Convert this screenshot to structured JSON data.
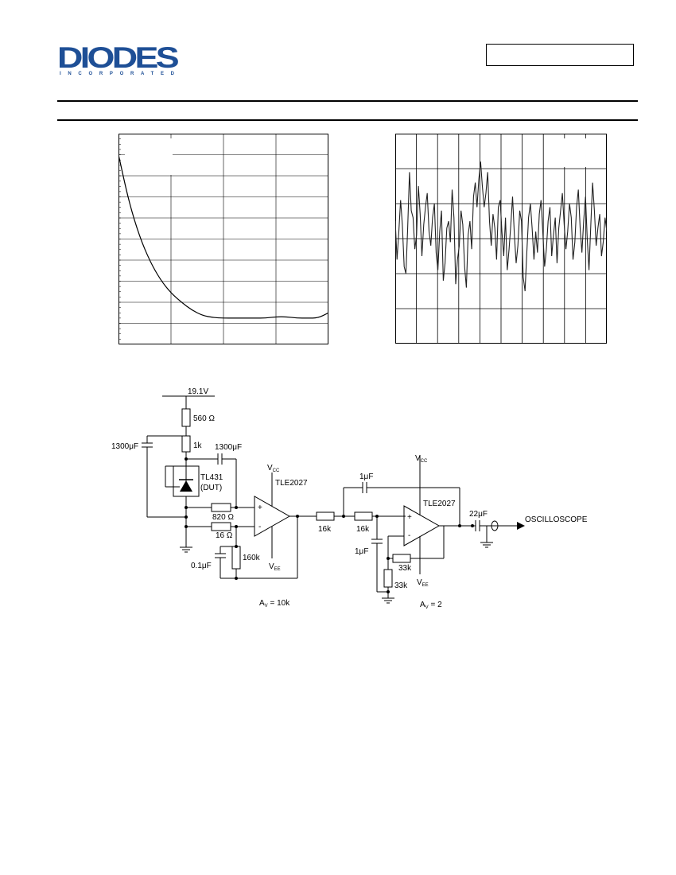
{
  "header": {
    "brand": "DIODES",
    "brand_sub": "INCORPORATED",
    "doc_box_text": ""
  },
  "chart_data": [
    {
      "type": "line",
      "title": "",
      "xlabel": "",
      "ylabel": "",
      "grid": true,
      "x": [
        0,
        0.05,
        0.1,
        0.15,
        0.2,
        0.25,
        0.3,
        0.35,
        0.4,
        0.45,
        0.5,
        0.55,
        0.6,
        0.65,
        0.7,
        0.75,
        0.8,
        0.85,
        0.9,
        0.95,
        1.0
      ],
      "series": [
        {
          "values": [
            7.2,
            5.4,
            4.1,
            3.15,
            2.45,
            1.95,
            1.6,
            1.3,
            1.1,
            1.02,
            1.0,
            1.0,
            1.0,
            1.0,
            1.0,
            1.05,
            1.05,
            1.0,
            1.0,
            1.0,
            1.2
          ]
        }
      ],
      "xlim": [
        0,
        1
      ],
      "ylim": [
        0,
        8
      ]
    },
    {
      "type": "line",
      "title": "",
      "xlabel": "",
      "ylabel": "",
      "grid": true,
      "series": [
        {
          "values": [
            0.5,
            -0.6,
            0.2,
            1.1,
            0.4,
            -0.8,
            -1.0,
            0.3,
            1.9,
            0.8,
            0.6,
            -0.3,
            0.1,
            1.5,
            0.7,
            -0.5,
            0.4,
            0.9,
            1.3,
            0.2,
            -0.2,
            0.6,
            1.0,
            -0.4,
            -0.9,
            0.2,
            0.8,
            -1.2,
            -0.7,
            0.3,
            0.5,
            -0.1,
            1.4,
            0.6,
            -1.3,
            -0.6,
            -0.2,
            0.8,
            0.4,
            -0.8,
            -1.4,
            0.1,
            0.5,
            -0.3,
            1.2,
            1.6,
            0.9,
            1.7,
            2.2,
            1.5,
            0.9,
            1.3,
            1.9,
            0.5,
            -0.2,
            0.7,
            0.3,
            -0.6,
            0.9,
            1.1,
            0.2,
            -0.5,
            0.6,
            -0.9,
            -0.3,
            0.4,
            1.2,
            0.1,
            -0.7,
            -0.2,
            0.8,
            0.5,
            -1.1,
            -1.5,
            -0.4,
            0.6,
            1.0,
            0.3,
            -0.6,
            0.2,
            -0.4,
            0.7,
            1.1,
            0.2,
            -0.8,
            -0.3,
            0.5,
            0.9,
            -0.5,
            0.1,
            0.6,
            -0.7,
            0.3,
            0.8,
            1.3,
            0.4,
            -0.3,
            0.2,
            1.0,
            0.6,
            -0.6,
            -0.1,
            0.9,
            1.4,
            0.3,
            -0.4,
            0.5,
            1.2,
            0.0,
            -0.9,
            0.4,
            1.6,
            0.8,
            -0.2,
            0.3,
            0.7,
            -0.5,
            -0.1,
            0.6,
            0.2
          ]
        }
      ],
      "ylim": [
        -3,
        3
      ]
    }
  ],
  "schematic": {
    "supply": "19.1V",
    "r_560": "560 Ω",
    "r_1k": "1k",
    "c_1300_left": "1300μF",
    "c_1300_top": "1300μF",
    "dut_name": "TL431",
    "dut_label": "(DUT)",
    "r_820": "820 Ω",
    "r_16": "16 Ω",
    "r_160k": "160k",
    "c_01": "0.1μF",
    "vcc1": "V",
    "vcc1_sub": "CC",
    "vee1": "V",
    "vee1_sub": "EE",
    "opamp1": "TLE2027",
    "r_16k_a": "16k",
    "r_16k_b": "16k",
    "c_1uF_top": "1μF",
    "c_1uF_low": "1μF",
    "vcc2": "V",
    "vcc2_sub": "CC",
    "vee2": "V",
    "vee2_sub": "EE",
    "opamp2": "TLE2027",
    "r_33k_a": "33k",
    "r_33k_b": "33k",
    "c_22uF": "22μF",
    "output": "OSCILLOSCOPE",
    "plus": "+",
    "minus": "-",
    "gain1": "A",
    "gain1_sub": "V",
    "gain1_val": " = 10k",
    "gain2": "A",
    "gain2_sub": "V",
    "gain2_val": " = 2"
  }
}
